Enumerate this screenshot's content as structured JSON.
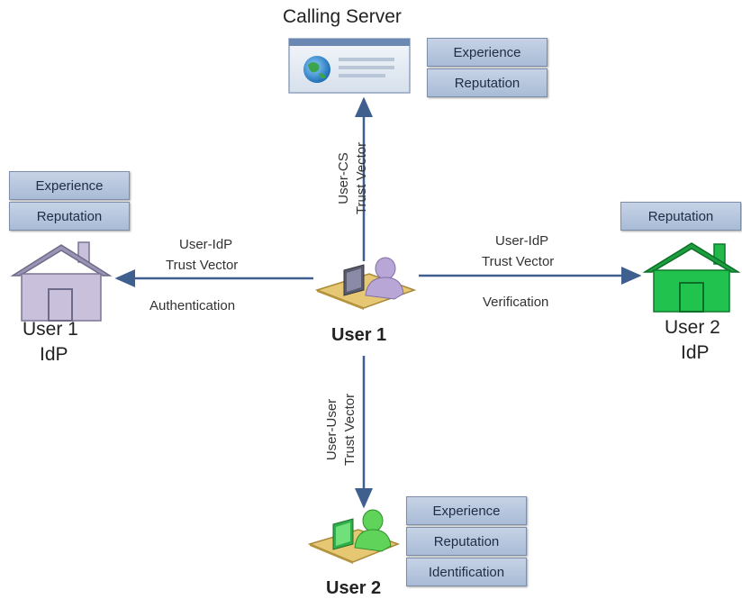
{
  "calling_server": {
    "title": "Calling Server",
    "attributes": [
      "Experience",
      "Reputation"
    ]
  },
  "user1": {
    "label": "User 1"
  },
  "user1_idp": {
    "line1": "User 1",
    "line2": "IdP",
    "attributes": [
      "Experience",
      "Reputation"
    ]
  },
  "user2_idp": {
    "line1": "User 2",
    "line2": "IdP",
    "attributes": [
      "Reputation"
    ]
  },
  "user2": {
    "label": "User 2",
    "attributes": [
      "Experience",
      "Reputation",
      "Identification"
    ]
  },
  "edges": {
    "user_cs": {
      "line1": "User-CS",
      "line2": "Trust Vector"
    },
    "user_idp_left": {
      "line1": "User-IdP",
      "line2": "Trust Vector",
      "action": "Authentication"
    },
    "user_idp_right": {
      "line1": "User-IdP",
      "line2": "Trust Vector",
      "action": "Verification"
    },
    "user_user": {
      "line1": "User-User",
      "line2": "Trust Vector"
    }
  },
  "colors": {
    "idp1_house": "#c9c0dc",
    "idp2_house": "#22b84a",
    "user1_person": "#b8a6d6",
    "user2_person": "#5fd35a",
    "attr_box": "#b6c5dd",
    "arrow": "#3f5f8f"
  }
}
